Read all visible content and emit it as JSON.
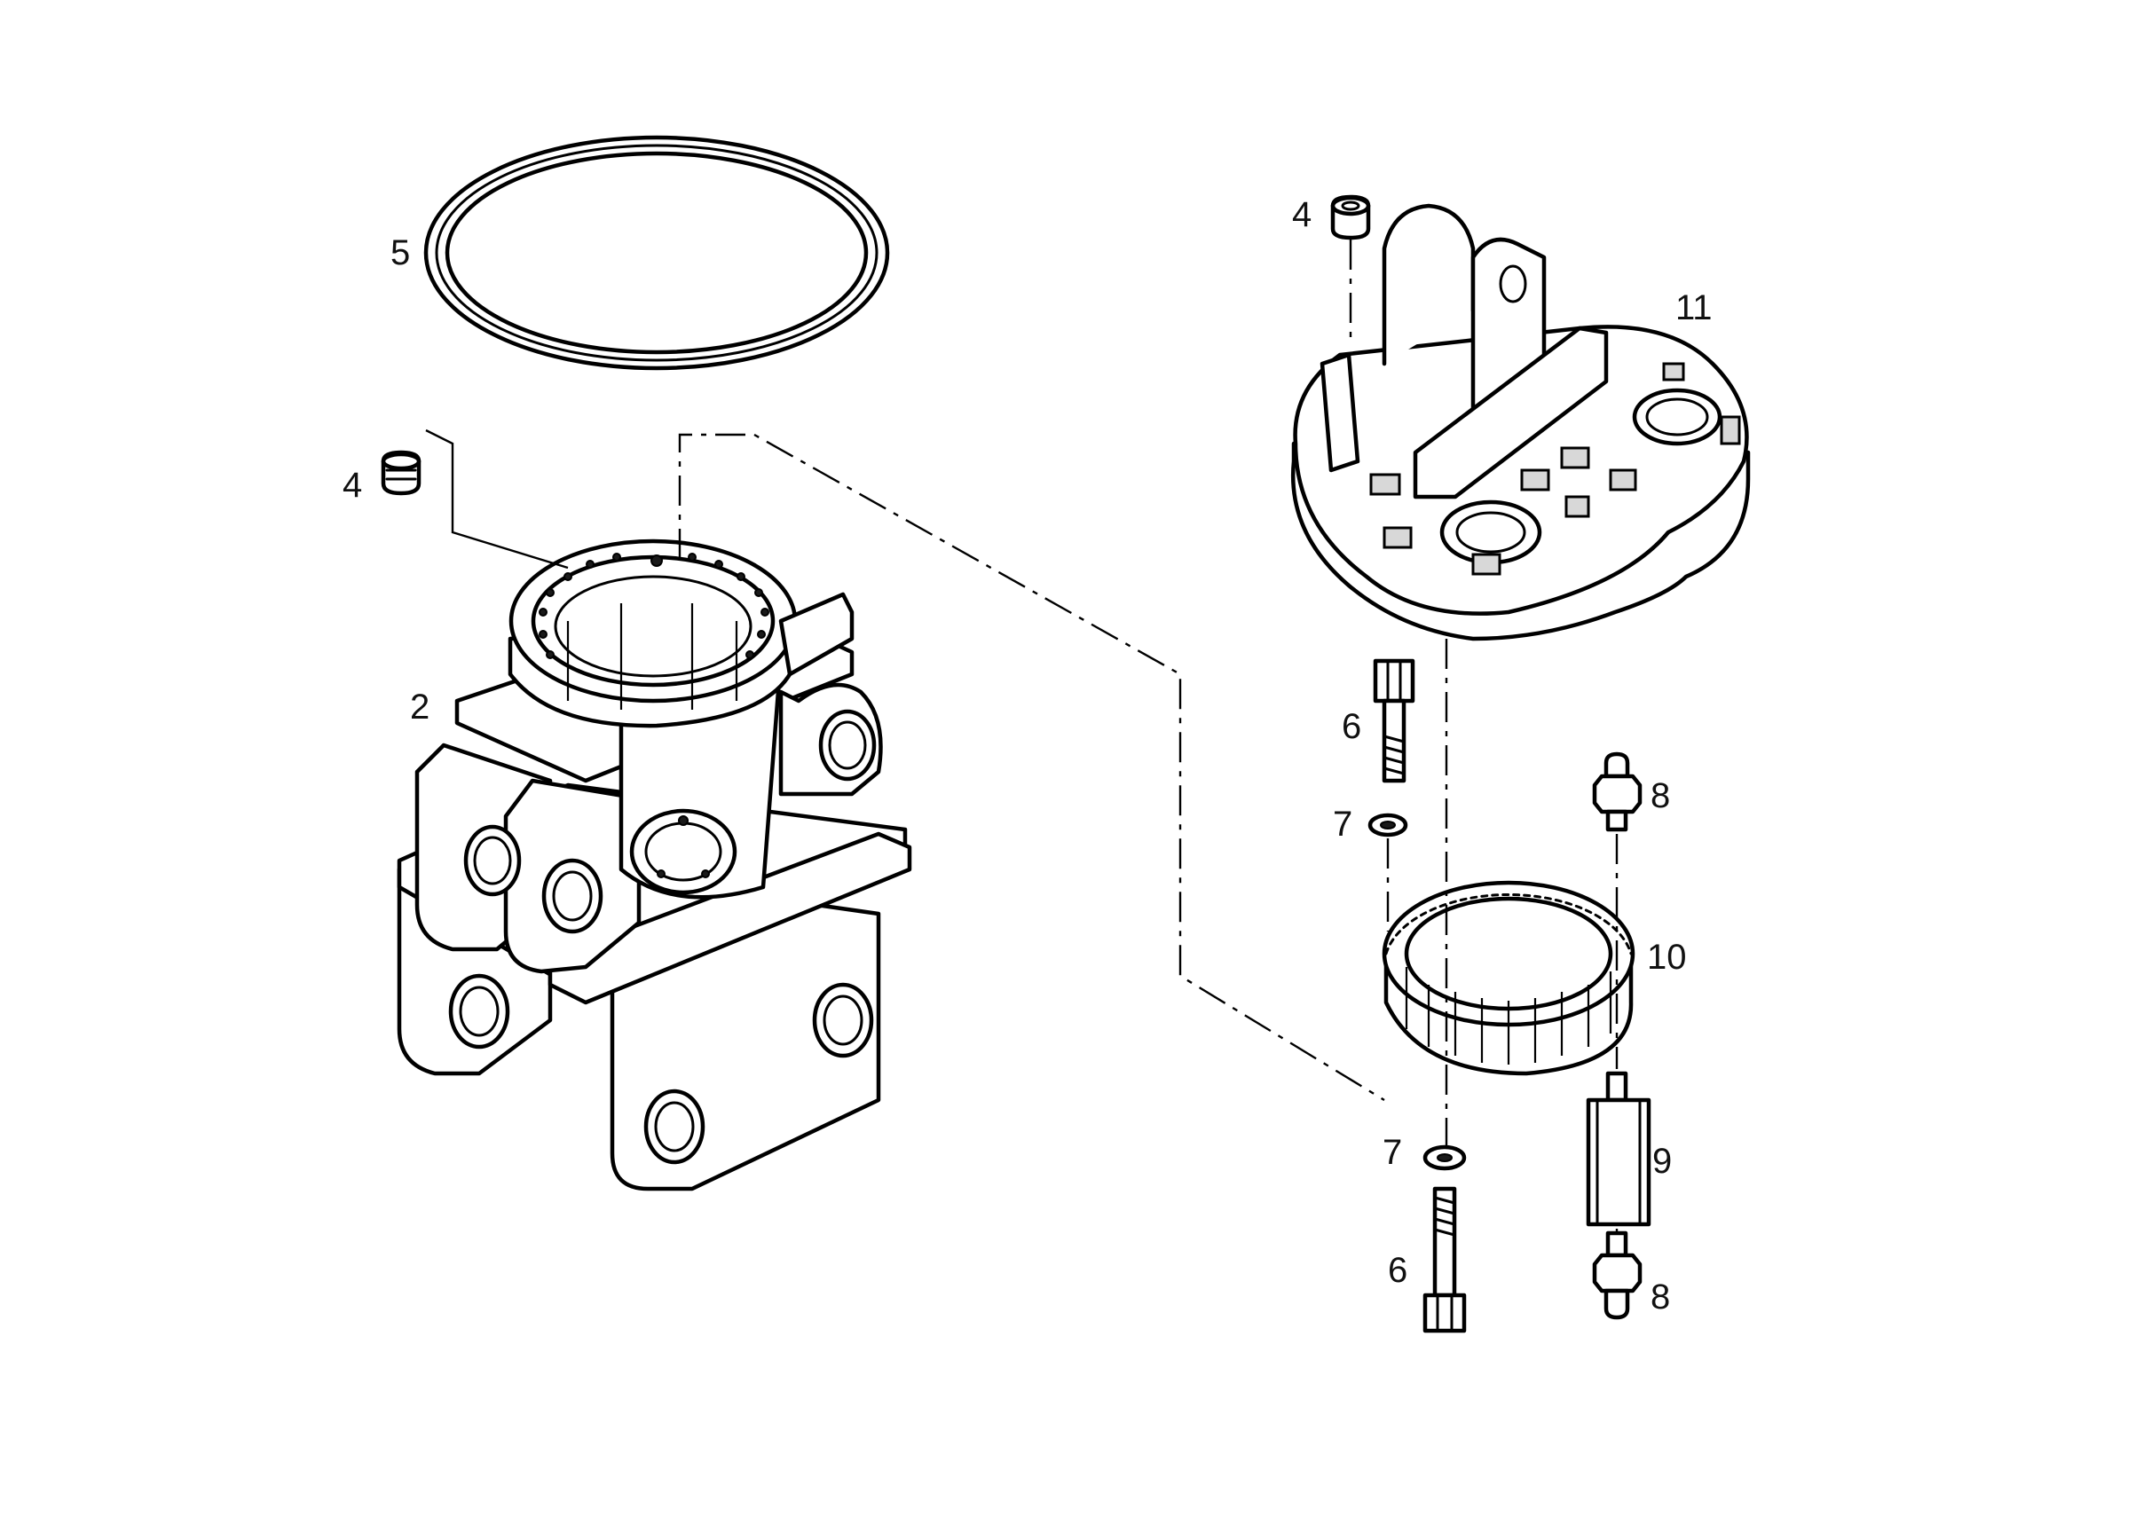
{
  "callouts": [
    {
      "id": "c5",
      "text": "5",
      "part": "o-ring"
    },
    {
      "id": "c4a",
      "text": "4",
      "part": "plug"
    },
    {
      "id": "c2",
      "text": "2",
      "part": "swivel-housing"
    },
    {
      "id": "c4b",
      "text": "4",
      "part": "plug"
    },
    {
      "id": "c11",
      "text": "11",
      "part": "rotator-plate"
    },
    {
      "id": "c6a",
      "text": "6",
      "part": "bolt"
    },
    {
      "id": "c7a",
      "text": "7",
      "part": "washer"
    },
    {
      "id": "c8a",
      "text": "8",
      "part": "grease-nipple"
    },
    {
      "id": "c10",
      "text": "10",
      "part": "slewing-ring"
    },
    {
      "id": "c7b",
      "text": "7",
      "part": "washer"
    },
    {
      "id": "c9",
      "text": "9",
      "part": "extension-spacer"
    },
    {
      "id": "c6b",
      "text": "6",
      "part": "bolt"
    },
    {
      "id": "c8b",
      "text": "8",
      "part": "grease-nipple"
    }
  ]
}
